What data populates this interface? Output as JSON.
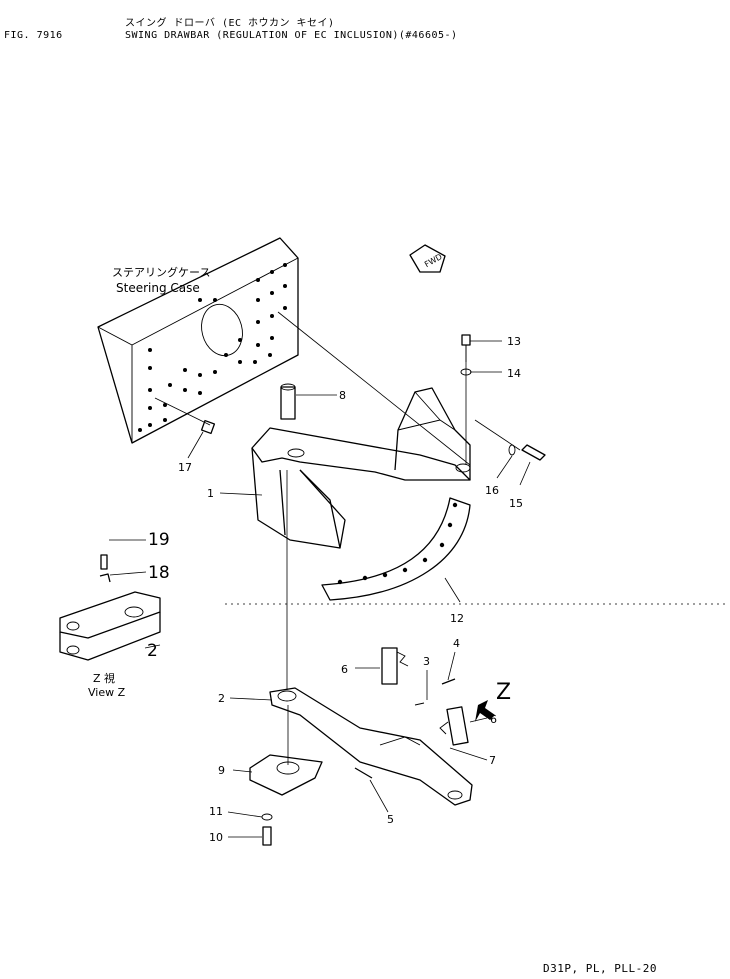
{
  "header": {
    "fig": "FIG. 7916",
    "title_jp": "スイング ドローバ (EC ホウカン キセイ)",
    "title_en": "SWING DRAWBAR (REGULATION OF EC INCLUSION)(#46605-)"
  },
  "labels": {
    "steering_case_jp": "ステアリングケース",
    "steering_case_en": "Steering Case",
    "fwd": "FWD",
    "view_z_jp": "Z 視",
    "view_z_en": "View Z",
    "z_marker": "Z"
  },
  "parts": {
    "p1": "1",
    "p2": "2",
    "p2b": "2",
    "p3": "3",
    "p4": "4",
    "p5": "5",
    "p6": "6",
    "p6b": "6",
    "p7": "7",
    "p8": "8",
    "p9": "9",
    "p10": "10",
    "p11": "11",
    "p12": "12",
    "p13": "13",
    "p14": "14",
    "p15": "15",
    "p16": "16",
    "p17": "17",
    "p18": "18",
    "p19": "19"
  },
  "footer": {
    "model": "D31P, PL, PLL-20"
  }
}
